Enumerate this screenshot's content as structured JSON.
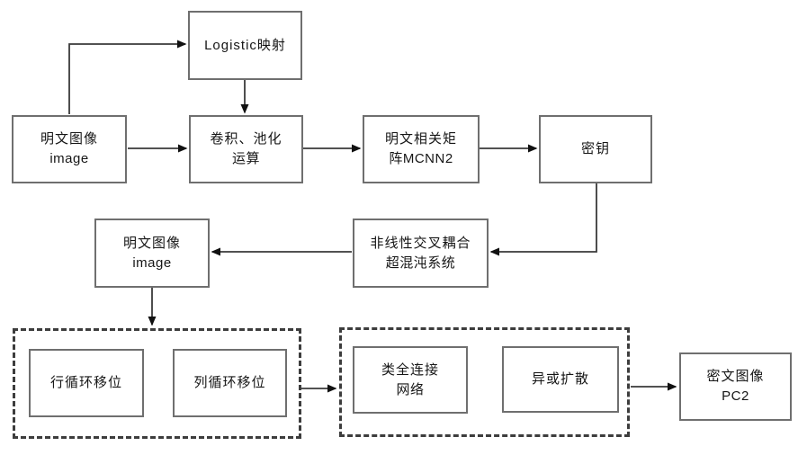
{
  "diagram_type": "flowchart",
  "colors": {
    "background": "#ffffff",
    "box_border": "#6f6f6f",
    "dashed_border": "#3d3d3d",
    "connector_line": "#3a3a3a",
    "arrowhead": "#111111",
    "text": "#161616"
  },
  "nodes": {
    "plaintext_image_top": {
      "lines": [
        "明文图像",
        "image"
      ]
    },
    "logistic_map": {
      "lines": [
        "Logistic映射"
      ]
    },
    "conv_pooling": {
      "lines": [
        "卷积、池化",
        "运算"
      ]
    },
    "plaintext_matrix": {
      "lines": [
        "明文相关矩",
        "阵MCNN2"
      ]
    },
    "secret_key": {
      "lines": [
        "密钥"
      ]
    },
    "plaintext_image_mid": {
      "lines": [
        "明文图像",
        "image"
      ]
    },
    "hyperchaotic_system": {
      "lines": [
        "非线性交叉耦合",
        "超混沌系统"
      ]
    },
    "row_cyclic_shift": {
      "lines": [
        "行循环移位"
      ]
    },
    "col_cyclic_shift": {
      "lines": [
        "列循环移位"
      ]
    },
    "quasi_fc_network": {
      "lines": [
        "类全连接",
        "网络"
      ]
    },
    "xor_diffusion": {
      "lines": [
        "异或扩散"
      ]
    },
    "ciphertext_image": {
      "lines": [
        "密文图像",
        "PC2"
      ]
    }
  },
  "connectors": [
    {
      "from": "plaintext_image_top",
      "to": "logistic_map"
    },
    {
      "from": "logistic_map",
      "to": "conv_pooling"
    },
    {
      "from": "plaintext_image_top",
      "to": "conv_pooling"
    },
    {
      "from": "conv_pooling",
      "to": "plaintext_matrix"
    },
    {
      "from": "plaintext_matrix",
      "to": "secret_key"
    },
    {
      "from": "secret_key",
      "to": "hyperchaotic_system"
    },
    {
      "from": "hyperchaotic_system",
      "to": "plaintext_image_mid"
    },
    {
      "from": "plaintext_image_mid",
      "to": "permutation_group"
    },
    {
      "from": "permutation_group",
      "to": "diffusion_group"
    },
    {
      "from": "diffusion_group",
      "to": "ciphertext_image"
    }
  ]
}
